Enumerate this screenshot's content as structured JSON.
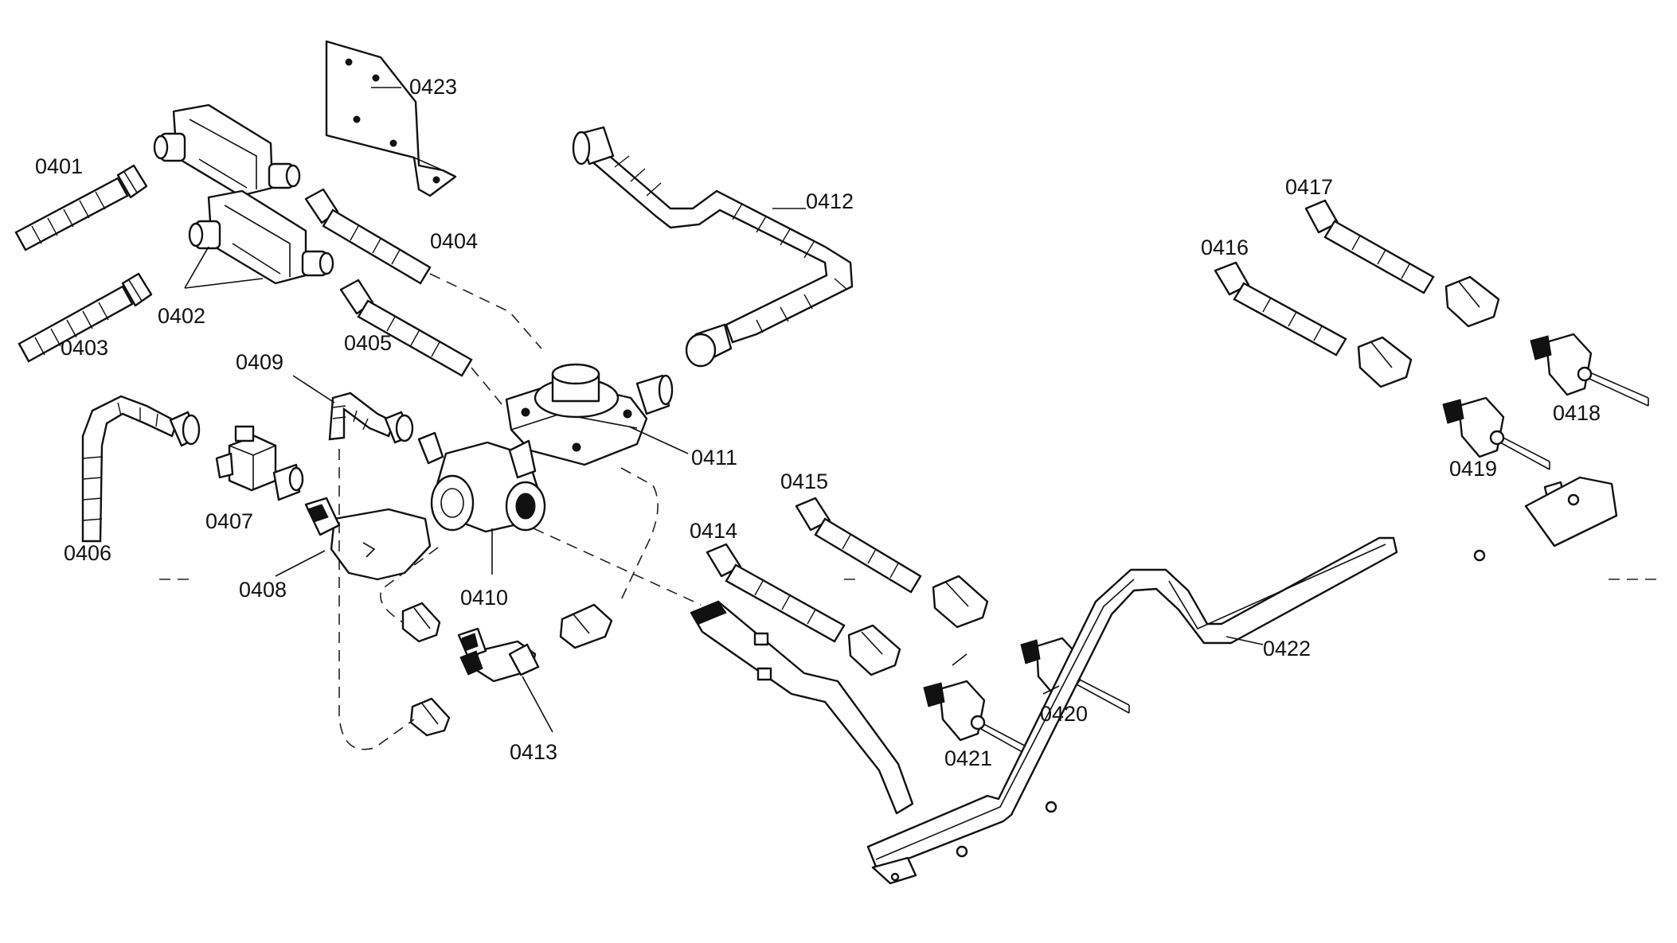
{
  "parts": [
    {
      "id": "p0401",
      "label": "0401"
    },
    {
      "id": "p0402",
      "label": "0402"
    },
    {
      "id": "p0403",
      "label": "0403"
    },
    {
      "id": "p0404",
      "label": "0404"
    },
    {
      "id": "p0405",
      "label": "0405"
    },
    {
      "id": "p0406",
      "label": "0406"
    },
    {
      "id": "p0407",
      "label": "0407"
    },
    {
      "id": "p0408",
      "label": "0408"
    },
    {
      "id": "p0409",
      "label": "0409"
    },
    {
      "id": "p0410",
      "label": "0410"
    },
    {
      "id": "p0411",
      "label": "0411"
    },
    {
      "id": "p0412",
      "label": "0412"
    },
    {
      "id": "p0413",
      "label": "0413"
    },
    {
      "id": "p0414",
      "label": "0414"
    },
    {
      "id": "p0415",
      "label": "0415"
    },
    {
      "id": "p0416",
      "label": "0416"
    },
    {
      "id": "p0417",
      "label": "0417"
    },
    {
      "id": "p0418",
      "label": "0418"
    },
    {
      "id": "p0419",
      "label": "0419"
    },
    {
      "id": "p0420",
      "label": "0420"
    },
    {
      "id": "p0421",
      "label": "0421"
    },
    {
      "id": "p0422",
      "label": "0422"
    },
    {
      "id": "p0423",
      "label": "0423"
    }
  ]
}
